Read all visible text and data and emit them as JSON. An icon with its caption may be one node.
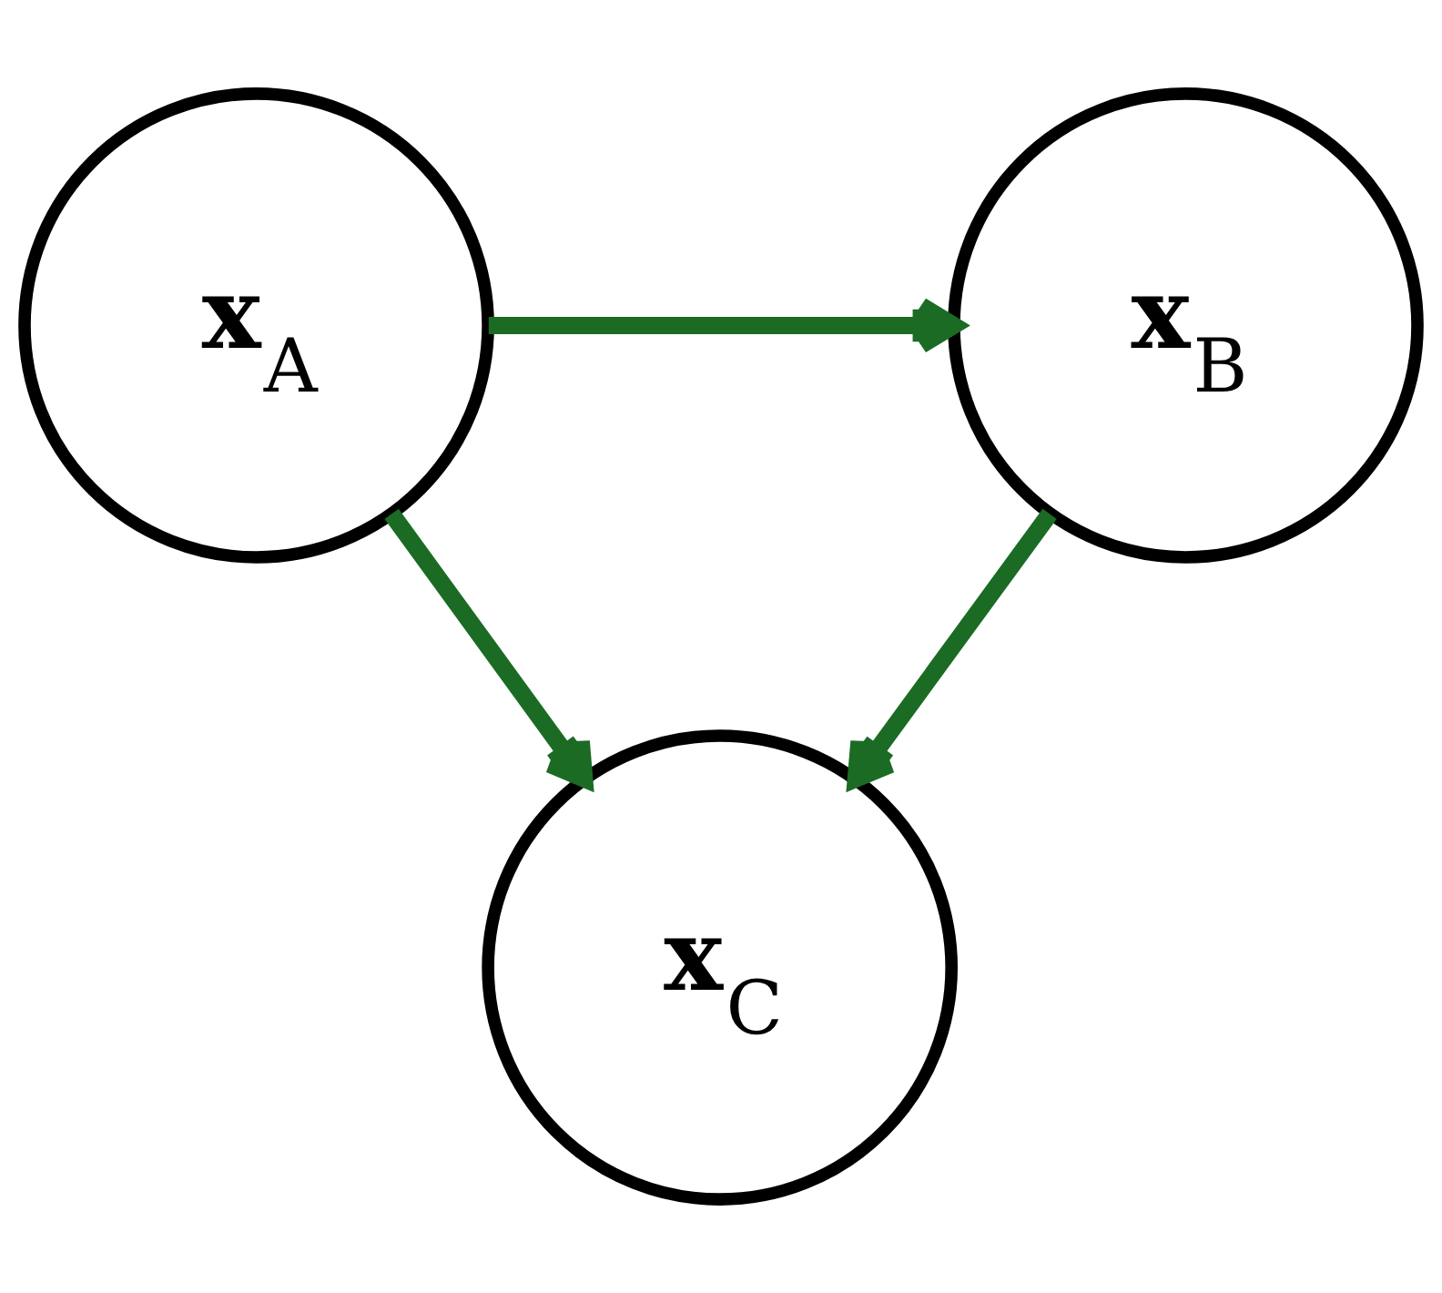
{
  "diagram": {
    "nodes": [
      {
        "text": [
          "**x**$_{A}$"
        ]
      },
      {
        "text": [
          "**x**$_{B}$"
        ]
      },
      {
        "text": [
          "**x**$_{C}$"
        ]
      }
    ],
    "edges": [
      {
        "from": 0,
        "to": 1,
        "arrow": "to"
      },
      {
        "from": 0,
        "to": 2,
        "arrow": "to"
      },
      {
        "from": 1,
        "to": 2,
        "arrow": "to"
      }
    ]
  }
}
